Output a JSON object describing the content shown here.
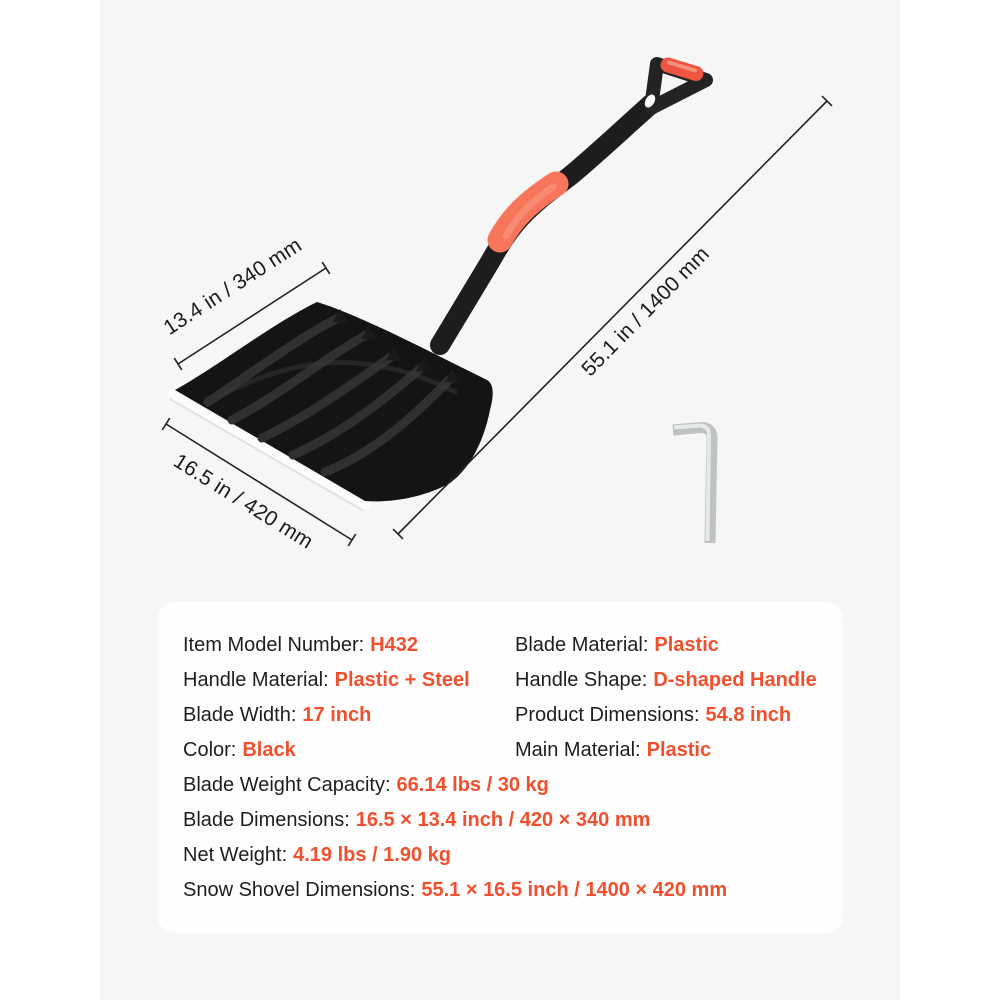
{
  "colors": {
    "page_background": "#ffffff",
    "stage_background": "#f6f6f7",
    "panel_background": "#fefefe",
    "accent": "#f1502e",
    "shovel_body": "#1a1a1a",
    "shaft_grip": "#f7765b",
    "handle_bar": "#ef5440",
    "hex_key": "#bfc2c3",
    "dimension_line": "#222222"
  },
  "dimensions": {
    "blade_depth": "13.4 in / 340 mm",
    "blade_width": "16.5 in / 420 mm",
    "shovel_length": "55.1 in / 1400 mm"
  },
  "product": {
    "illustrations": [
      "snow-shovel",
      "hex-key"
    ]
  },
  "specs": {
    "pair_rows": [
      {
        "left": {
          "label": "Item Model Number:",
          "value": "H432"
        },
        "right": {
          "label": "Blade Material:",
          "value": "Plastic"
        }
      },
      {
        "left": {
          "label": "Handle Material:",
          "value": "Plastic + Steel"
        },
        "right": {
          "label": "Handle Shape:",
          "value": "D-shaped Handle"
        }
      },
      {
        "left": {
          "label": "Blade Width:",
          "value": "17 inch"
        },
        "right": {
          "label": "Product Dimensions:",
          "value": "54.8 inch"
        }
      },
      {
        "left": {
          "label": "Color:",
          "value": "Black"
        },
        "right": {
          "label": "Main Material:",
          "value": "Plastic"
        }
      }
    ],
    "full_rows": [
      {
        "label": "Blade Weight Capacity:",
        "value": "66.14 lbs / 30 kg"
      },
      {
        "label": "Blade Dimensions:",
        "value": "16.5 × 13.4 inch / 420 × 340 mm"
      },
      {
        "label": "Net Weight:",
        "value": "4.19 lbs / 1.90 kg"
      },
      {
        "label": "Snow Shovel Dimensions:",
        "value": "55.1 × 16.5 inch / 1400 × 420 mm"
      }
    ]
  }
}
